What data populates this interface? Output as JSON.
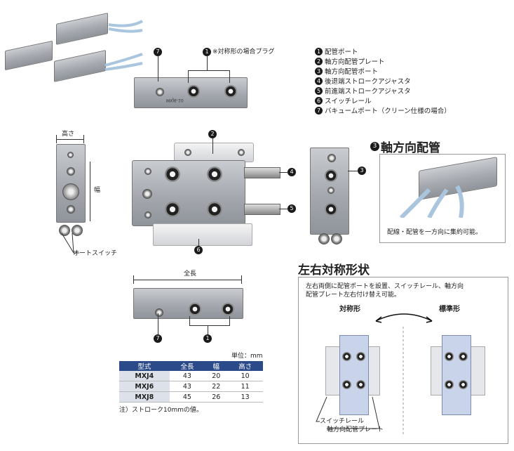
{
  "callouts": {
    "plug_label": "※対称形の場合プラグ",
    "overall_height": "高さ",
    "width_label": "幅",
    "auto_switch": "オートスイッチ",
    "total_length": "全長"
  },
  "legend": [
    {
      "num": "1",
      "label": "配管ポート"
    },
    {
      "num": "2",
      "label": "軸方向配管プレート"
    },
    {
      "num": "3",
      "label": "軸方向配管ポート"
    },
    {
      "num": "4",
      "label": "後退端ストロークアジャスタ"
    },
    {
      "num": "5",
      "label": "前進端ストロークアジャスタ"
    },
    {
      "num": "6",
      "label": "スイッチレール"
    },
    {
      "num": "7",
      "label": "バキュームポート（クリーン仕様の場合）"
    }
  ],
  "axial_box": {
    "num": "3",
    "title": "軸方向配管",
    "caption": "配線・配管を一方向に集約可能。"
  },
  "symmetric_section": {
    "title": "左右対称形状",
    "description_line1": "左右両側に配管ポートを設置、スイッチレール、軸方向",
    "description_line2": "配管プレート左右付け替え可能。",
    "left_label": "対称形",
    "right_label": "標準形",
    "switch_rail_label": "スイッチレール",
    "plate_label": "軸方向配管プレート"
  },
  "spec_table": {
    "unit": "単位：mm",
    "headers": [
      "型式",
      "全長",
      "幅",
      "高さ"
    ],
    "rows": [
      [
        "MXJ4",
        "43",
        "20",
        "10"
      ],
      [
        "MXJ6",
        "43",
        "22",
        "11"
      ],
      [
        "MXJ8",
        "45",
        "26",
        "13"
      ]
    ],
    "note": "注）ストローク10mmの値。"
  },
  "product_marking": "MXJ6-10",
  "colors": {
    "header_blue": "#2b4a8a",
    "body_gray": "#a5a9af",
    "tube_blue": "#a9c6de",
    "arrow": "#111111"
  }
}
